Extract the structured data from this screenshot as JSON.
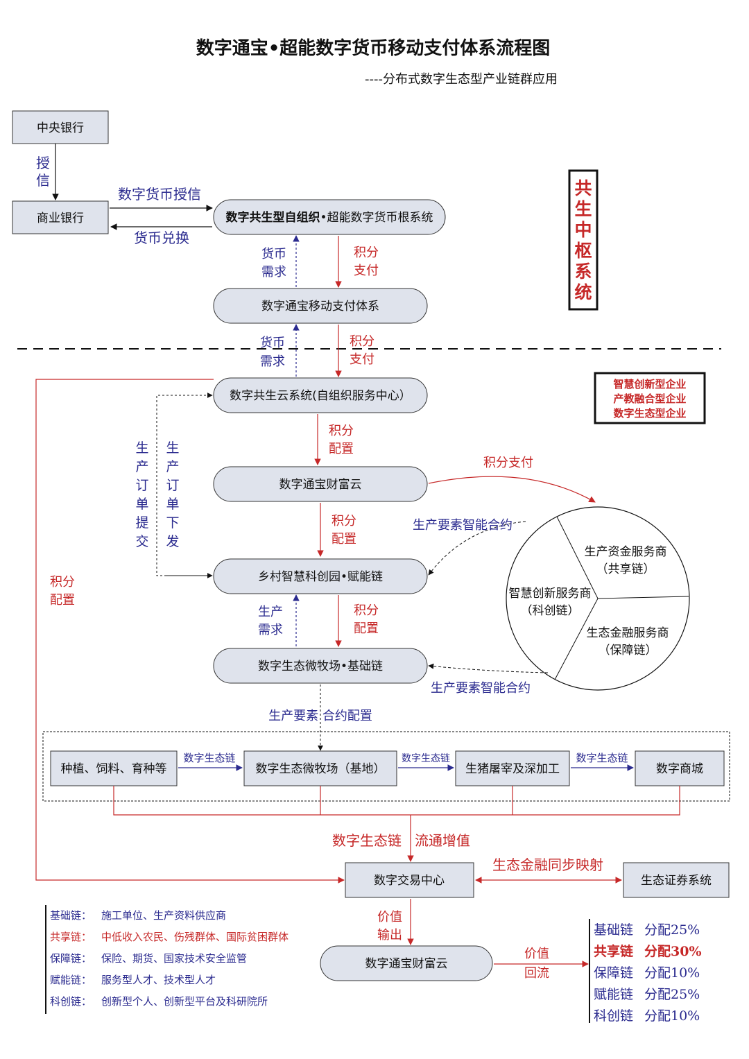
{
  "title": "数字通宝•超能数字货币移动支付体系流程图",
  "subtitle": "----分布式数字生态型产业链群应用",
  "nodes": {
    "central_bank": "中央银行",
    "commercial_bank": "商业银行",
    "root_system_bold": "数字共生型自组织",
    "root_system_rest": "•超能数字货币根系统",
    "mobile_pay": "数字通宝移动支付体系",
    "cloud_system": "数字共生云系统(自组织服务中心）",
    "wealth_cloud": "数字通宝财富云",
    "rural_park": "乡村智慧科创园•赋能链",
    "micro_ranch": "数字生态微牧场•基础链",
    "planting": "种植、饲料、育种等",
    "ranch_base": "数字生态微牧场（基地）",
    "pig_processing": "生猪屠宰及深加工",
    "digital_mall": "数字商城",
    "exchange_center": "数字交易中心",
    "securities": "生态证券系统",
    "wealth_cloud_2": "数字通宝财富云"
  },
  "hub": {
    "chars": [
      "共",
      "生",
      "中",
      "枢",
      "系",
      "统"
    ]
  },
  "enterprise_box": [
    "智慧创新型企业",
    "产教融合型企业",
    "数字生态型企业"
  ],
  "circle": {
    "top_right": [
      "生产资金服务商",
      "（共享链）"
    ],
    "left": [
      "智慧创新服务商",
      "（科创链）"
    ],
    "bottom_right": [
      "生态金融服务商",
      "（保障链）"
    ]
  },
  "labels": {
    "credit": [
      "授",
      "信"
    ],
    "digital_credit": "数字货币授信",
    "currency_exchange": "货币兑换",
    "currency_demand_1": [
      "货币",
      "需求"
    ],
    "points_pay_1": [
      "积分",
      "支付"
    ],
    "currency_demand_2": [
      "货币",
      "需求"
    ],
    "points_pay_2": [
      "积分",
      "支付"
    ],
    "points_alloc_1": [
      "积分",
      "配置"
    ],
    "points_alloc_2": [
      "积分",
      "配置"
    ],
    "points_alloc_3": [
      "积分",
      "配置"
    ],
    "points_alloc_left": [
      "积分",
      "配置"
    ],
    "order_submit": [
      "生",
      "产",
      "订",
      "单",
      "提",
      "交"
    ],
    "order_issue": [
      "生",
      "产",
      "订",
      "单",
      "下",
      "发"
    ],
    "points_payment": "积分支付",
    "smart_contract_1": "生产要素智能合约",
    "smart_contract_2": "生产要素智能合约",
    "prod_demand": [
      "生产",
      "需求"
    ],
    "contract_alloc": "生产要素 合约配置",
    "eco_chain_1": "数字生态链",
    "eco_chain_2": "数字生态链",
    "eco_chain_3": "数字生态链",
    "eco_chain_flow_a": "数字生态链",
    "eco_chain_flow_b": "流通增值",
    "eco_finance": "生态金融同步映射",
    "value_output": [
      "价值",
      "输出"
    ],
    "value_return": [
      "价值",
      "回流"
    ]
  },
  "legend": [
    {
      "key": "基础链：",
      "value": "施工单位、生产资料供应商",
      "color": "#2b2b8f"
    },
    {
      "key": "共享链：",
      "value": "中低收入农民、伤残群体、国际贫困群体",
      "color": "#c62828"
    },
    {
      "key": "保障链：",
      "value": "保险、期货、国家技术安全监管",
      "color": "#2b2b8f"
    },
    {
      "key": "赋能链：",
      "value": "服务型人才、技术型人才",
      "color": "#2b2b8f"
    },
    {
      "key": "科创链：",
      "value": "创新型个人、创新型平台及科研院所",
      "color": "#2b2b8f"
    }
  ],
  "allocation": [
    {
      "chain": "基础链",
      "value": "分配25%",
      "color": "#2b2b8f"
    },
    {
      "chain": "共享链",
      "value": "分配30%",
      "color": "#c62828"
    },
    {
      "chain": "保障链",
      "value": "分配10%",
      "color": "#2b2b8f"
    },
    {
      "chain": "赋能链",
      "value": "分配25%",
      "color": "#2b2b8f"
    },
    {
      "chain": "科创链",
      "value": "分配10%",
      "color": "#2b2b8f"
    }
  ],
  "colors": {
    "blue_text": "#2b2b8f",
    "red_text": "#c62828",
    "box_fill": "#dfe3ec",
    "arrow_red": "#c62828",
    "arrow_blue": "#2b2b8f"
  }
}
